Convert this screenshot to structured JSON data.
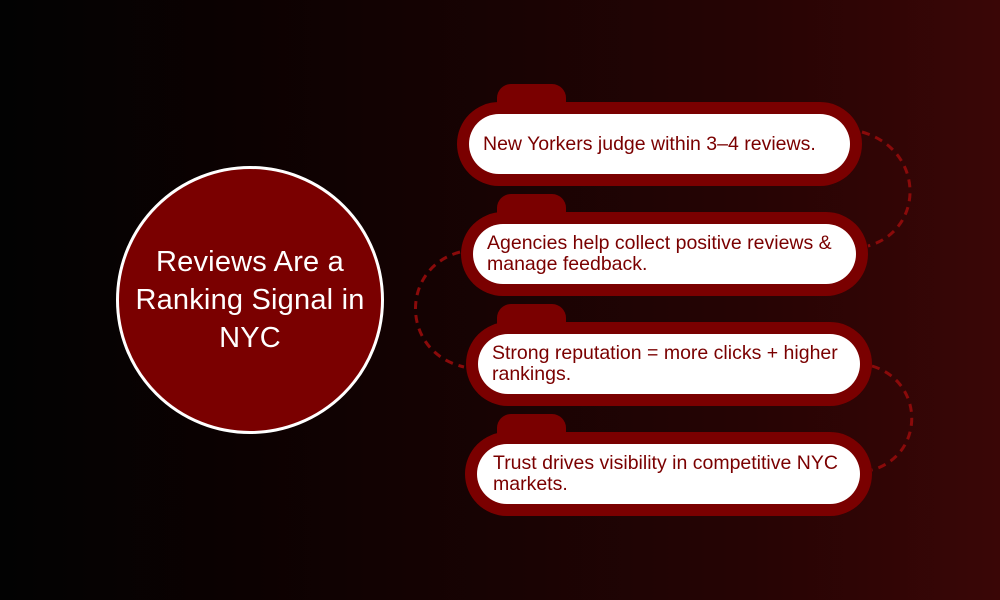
{
  "hub": {
    "title": "Reviews Are a Ranking Signal in NYC"
  },
  "cards": [
    {
      "text": "New Yorkers judge within 3–4 reviews."
    },
    {
      "text": "Agencies help collect positive reviews & manage feedback."
    },
    {
      "text": "Strong reputation = more clicks + higher rankings."
    },
    {
      "text": "Trust drives visibility in competitive NYC markets."
    }
  ],
  "colors": {
    "accent": "#7a0000",
    "card_fill": "#ffffff",
    "hub_border": "#ffffff",
    "background_left": "#020202",
    "background_right": "#3a0606",
    "connector": "#8a0a0a"
  }
}
